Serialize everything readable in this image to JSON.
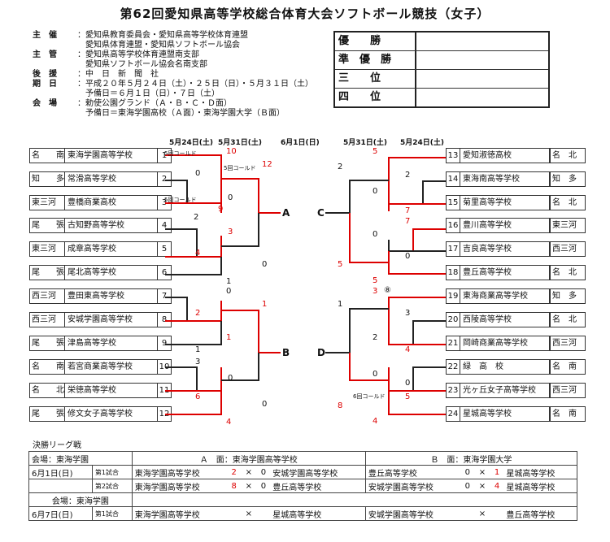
{
  "title": "第62回愛知県高等学校総合体育大会ソフトボール競技（女子）",
  "info": [
    {
      "k": "主　催",
      "v": "：愛知県教育委員会・愛知県高等学校体育連盟"
    },
    {
      "k": "",
      "v": "　愛知県体育連盟・愛知県ソフトボール協会"
    },
    {
      "k": "主　管",
      "v": "：愛知県高等学校体育連盟南支部"
    },
    {
      "k": "",
      "v": "　愛知県ソフトボール協会名南支部"
    },
    {
      "k": "後　援",
      "v": "：中　日　新　聞　社"
    },
    {
      "k": "期　日",
      "v": "：平成２０年５月２４日（土）・２５日（日）・５月３１日（土）"
    },
    {
      "k": "",
      "v": "　予備日＝６月１日（日）・７日（土）"
    },
    {
      "k": "会　場",
      "v": "：勅使公園グランド（Ａ・Ｂ・Ｃ・Ｄ面）"
    },
    {
      "k": "",
      "v": "　予備日＝東海学園高校（Ａ面）・東海学園大学（Ｂ面）"
    }
  ],
  "results": [
    "優　　勝",
    "準　優　勝",
    "三　　位",
    "四　　位"
  ],
  "dates_left": [
    "5月24日(土)",
    "5月31日(土)",
    "6月1日(日)"
  ],
  "dates_right": [
    "5月31日(土)",
    "5月24日(土)"
  ],
  "teams_left": [
    {
      "reg": "名　　南",
      "name": "東海学園高等学校",
      "no": "1"
    },
    {
      "reg": "知　　多",
      "name": "常滑高等学校",
      "no": "2"
    },
    {
      "reg": "東三河",
      "name": "豊橋商業高校",
      "no": "3"
    },
    {
      "reg": "尾　　張",
      "name": "古知野高等学校",
      "no": "4"
    },
    {
      "reg": "東三河",
      "name": "成章高等学校",
      "no": "5"
    },
    {
      "reg": "尾　　張",
      "name": "尾北高等学校",
      "no": "6"
    },
    {
      "reg": "西三河",
      "name": "豊田東高等学校",
      "no": "7"
    },
    {
      "reg": "西三河",
      "name": "安城学園高等学校",
      "no": "8"
    },
    {
      "reg": "尾　　張",
      "name": "津島高等学校",
      "no": "9"
    },
    {
      "reg": "名　　南",
      "name": "若宮商業高等学校",
      "no": "10"
    },
    {
      "reg": "名　　北",
      "name": "栄徳高等学校",
      "no": "11"
    },
    {
      "reg": "尾　　張",
      "name": "修文女子高等学校",
      "no": "12"
    }
  ],
  "teams_right": [
    {
      "reg": "名　北",
      "name": "愛知淑徳高校",
      "no": "13"
    },
    {
      "reg": "知　多",
      "name": "東海南高等学校",
      "no": "14"
    },
    {
      "reg": "名　北",
      "name": "菊里高等学校",
      "no": "15"
    },
    {
      "reg": "東三河",
      "name": "豊川高等学校",
      "no": "16"
    },
    {
      "reg": "西三河",
      "name": "吉良高等学校",
      "no": "17"
    },
    {
      "reg": "名　北",
      "name": "豊丘高等学校",
      "no": "18"
    },
    {
      "reg": "知　多",
      "name": "東海商業高等学校",
      "no": "19"
    },
    {
      "reg": "名　北",
      "name": "西陵高等学校",
      "no": "20"
    },
    {
      "reg": "西三河",
      "name": "岡崎商業高等学校",
      "no": "21"
    },
    {
      "reg": "名　南",
      "name": "緑　高　校",
      "no": "22"
    },
    {
      "reg": "西三河",
      "name": "光ヶ丘女子高等学校",
      "no": "23"
    },
    {
      "reg": "名　南",
      "name": "星城高等学校",
      "no": "24"
    }
  ],
  "bracket_labels": {
    "A": "A",
    "B": "B",
    "C": "C",
    "D": "D",
    "circle8": "⑧"
  },
  "notes": {
    "n5": "5回コールド",
    "n5b": "5回コールド",
    "n5c": "5回コールド",
    "n6": "6回コールド"
  },
  "scores": {
    "l1": "10",
    "l3": "9",
    "l1b": "12",
    "l23": "0",
    "lA": "0",
    "l4": "3",
    "l5": "4",
    "l6": "0",
    "l456": "2",
    "l7": "1",
    "l8": "2",
    "l9": "1",
    "l789": "0",
    "lB": "1",
    "l10": "3",
    "l11": "6",
    "l12": "4",
    "l1011": "1",
    "lB2": "0",
    "l1012": "0",
    "r13": "5",
    "r14": "2",
    "r15": "7",
    "r1314": "2",
    "rC": "0",
    "r16": "7",
    "r17": "0",
    "r18": "5",
    "r1617": "0",
    "rC2": "5",
    "r19": "3",
    "r20": "3",
    "r21": "4",
    "r1920": "1",
    "rD": "2",
    "r22": "0",
    "r23": "5",
    "r24": "4",
    "r2223": "0",
    "rD2": "8"
  },
  "final": {
    "caption": "決勝リーグ戦",
    "venue1": "会場：東海学園",
    "a_header": "Ａ　面：東海学園高等学校",
    "b_header": "Ｂ　面：東海学園大学",
    "day1": "6月1日(日)",
    "g1": "第1試合",
    "g2": "第2試合",
    "r1a_t1": "東海学園高等学校",
    "r1a_s1": "2",
    "r1a_x": "×",
    "r1a_s2": "0",
    "r1a_t2": "安城学園高等学校",
    "r1b_t1": "豊丘高等学校",
    "r1b_s1": "0",
    "r1b_x": "×",
    "r1b_s2": "1",
    "r1b_t2": "星城高等学校",
    "r2a_t1": "東海学園高等学校",
    "r2a_s1": "8",
    "r2a_x": "×",
    "r2a_s2": "0",
    "r2a_t2": "豊丘高等学校",
    "r2b_t1": "安城学園高等学校",
    "r2b_s1": "0",
    "r2b_x": "×",
    "r2b_s2": "4",
    "r2b_t2": "星城高等学校",
    "venue2": "会場：東海学園",
    "day2": "6月7日(日)",
    "g3": "第1試合",
    "r3a_t1": "東海学園高等学校",
    "r3a_x": "×",
    "r3a_t2": "星城高等学校",
    "r3b_t1": "安城学園高等学校",
    "r3b_x": "×",
    "r3b_t2": "豊丘高等学校"
  }
}
